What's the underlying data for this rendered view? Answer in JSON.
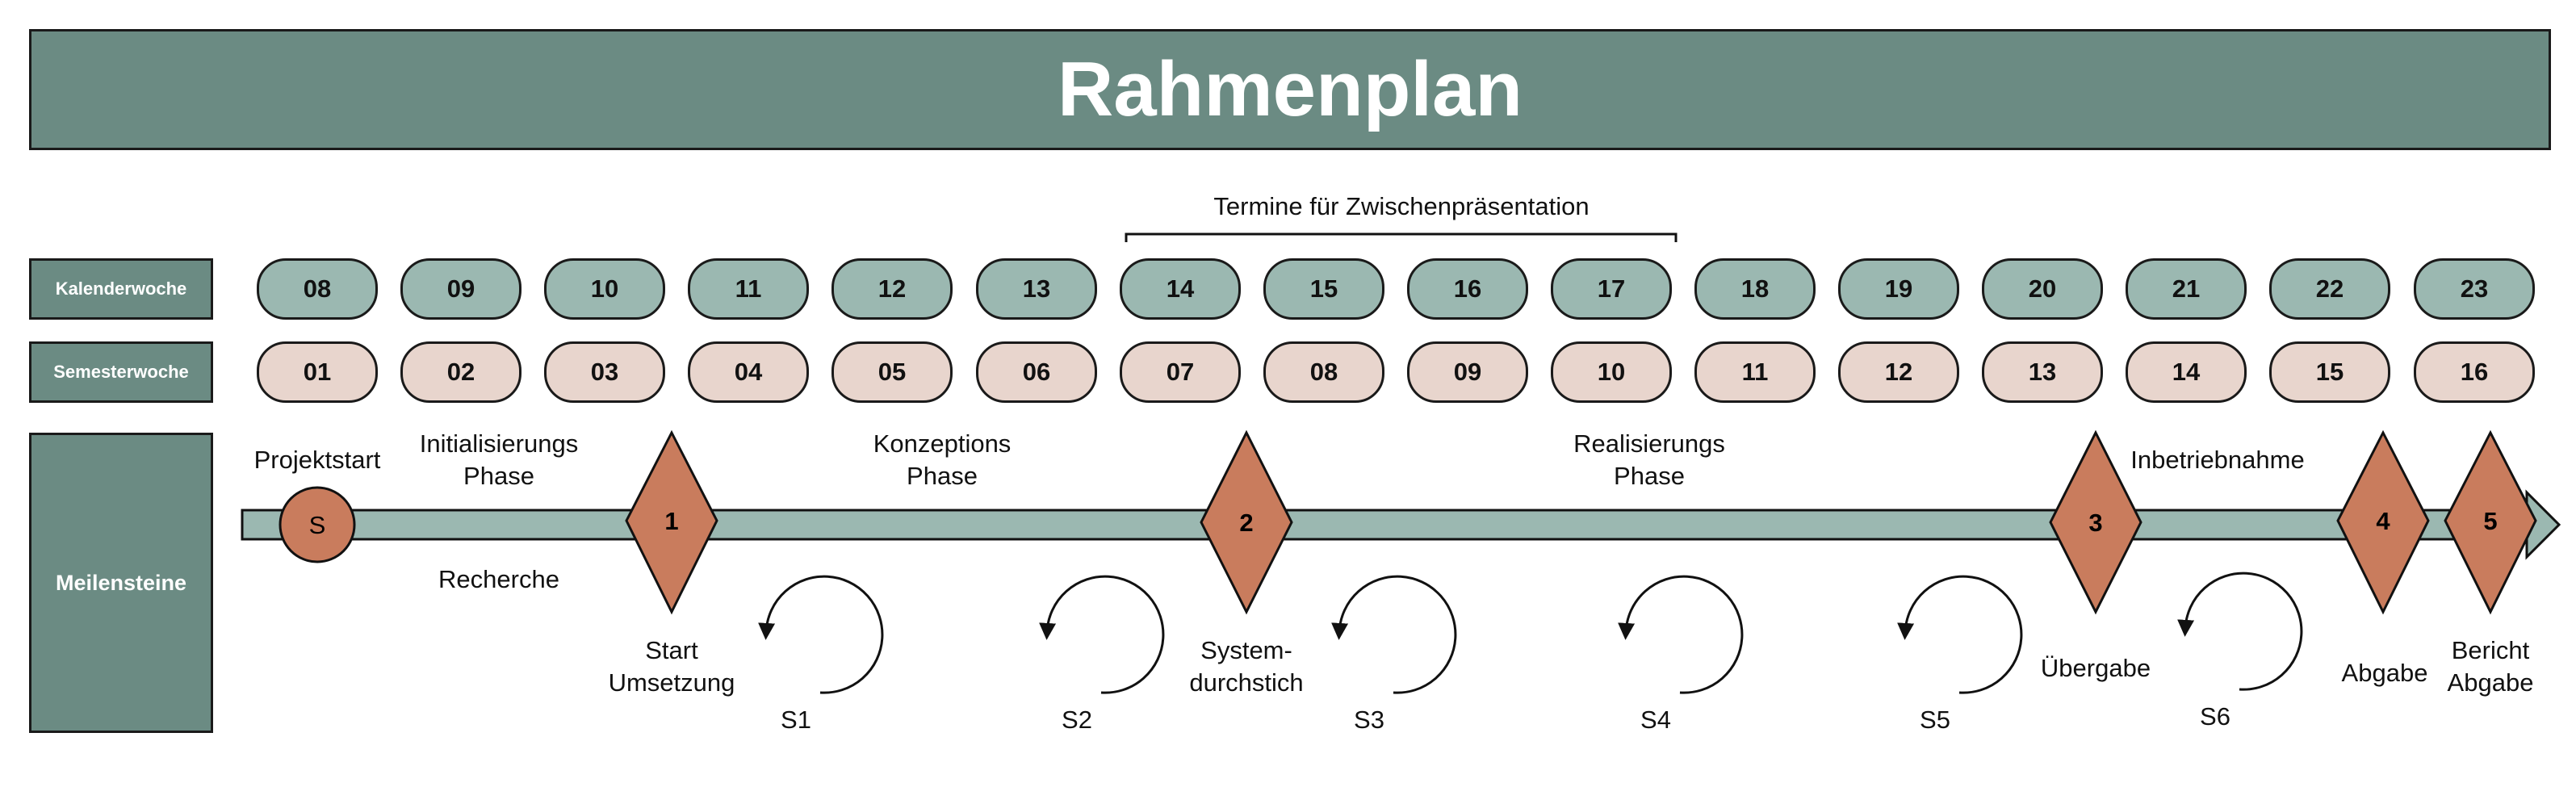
{
  "title": "Rahmenplan",
  "colors": {
    "header": "#6b8b83",
    "kw_pill": "#9bb8b1",
    "sw_pill": "#e8d5cd",
    "milestone": "#c97c5d",
    "bar": "#9bb8b1"
  },
  "rows": {
    "kalenderwoche": "Kalenderwoche",
    "semesterwoche": "Semesterwoche",
    "meilensteine": "Meilensteine"
  },
  "bracket_label": "Termine für Zwischenpräsentation",
  "kalenderwochen": [
    "08",
    "09",
    "10",
    "11",
    "12",
    "13",
    "14",
    "15",
    "16",
    "17",
    "18",
    "19",
    "20",
    "21",
    "22",
    "23"
  ],
  "semesterwochen": [
    "01",
    "02",
    "03",
    "04",
    "05",
    "06",
    "07",
    "08",
    "09",
    "10",
    "11",
    "12",
    "13",
    "14",
    "15",
    "16"
  ],
  "start_marker": "S",
  "milestones": [
    "1",
    "2",
    "3",
    "4",
    "5"
  ],
  "labels": {
    "projektstart": "Projektstart",
    "init_1": "Initialisierungs",
    "init_2": "Phase",
    "recherche": "Recherche",
    "konz_1": "Konzeptions",
    "konz_2": "Phase",
    "real_1": "Realisierungs",
    "real_2": "Phase",
    "inbetriebnahme": "Inbetriebnahme",
    "start_1": "Start",
    "start_2": "Umsetzung",
    "sys_1": "System-",
    "sys_2": "durchstich",
    "uebergabe": "Übergabe",
    "abgabe": "Abgabe",
    "bericht_1": "Bericht",
    "bericht_2": "Abgabe"
  },
  "sprints": [
    "S1",
    "S2",
    "S3",
    "S4",
    "S5",
    "S6"
  ]
}
